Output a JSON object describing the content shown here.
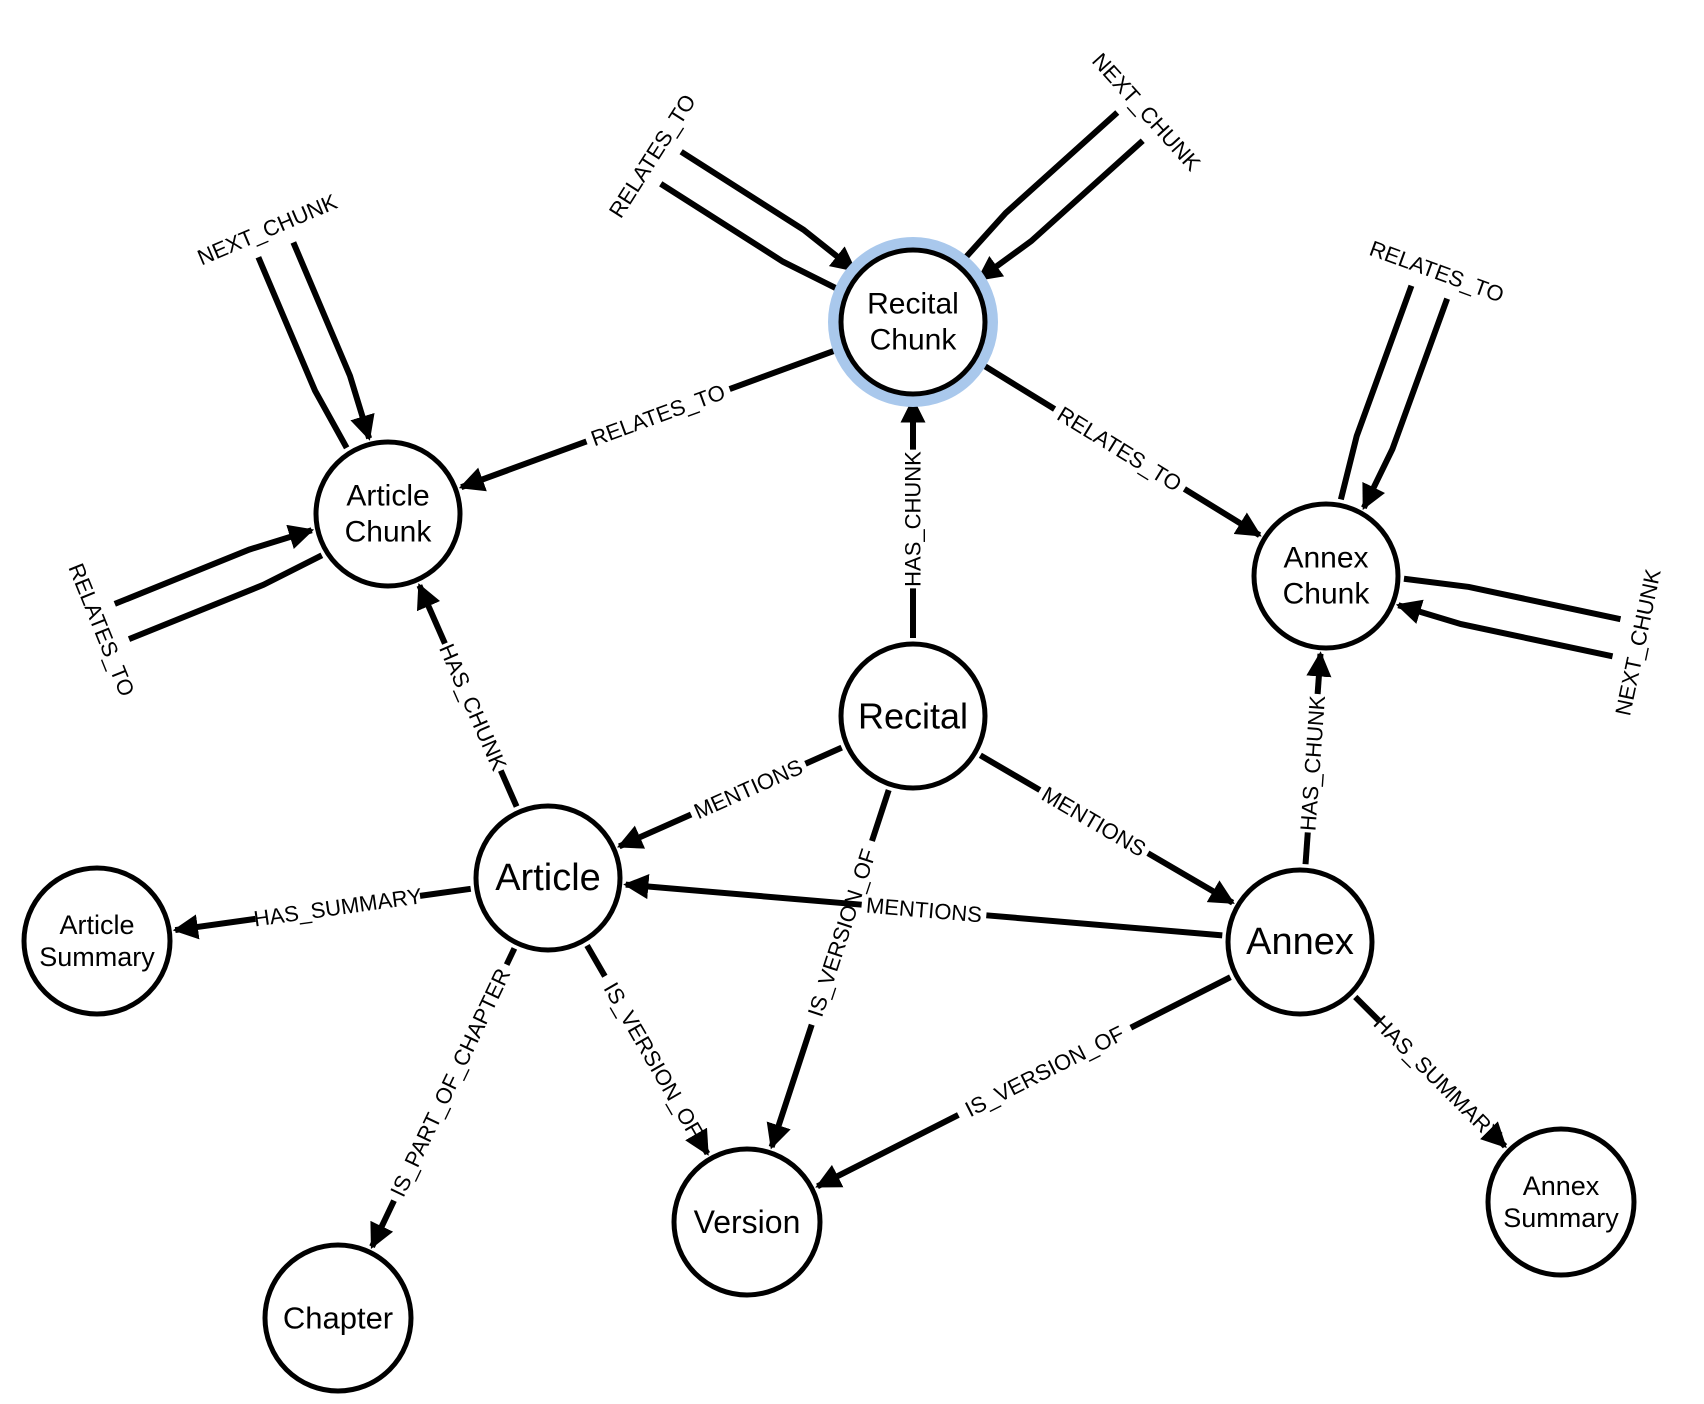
{
  "nodes": [
    {
      "id": "recital_chunk",
      "lines": [
        "Recital",
        "Chunk"
      ],
      "selected": true
    },
    {
      "id": "article_chunk",
      "lines": [
        "Article",
        "Chunk"
      ]
    },
    {
      "id": "annex_chunk",
      "lines": [
        "Annex",
        "Chunk"
      ]
    },
    {
      "id": "recital",
      "lines": [
        "Recital"
      ]
    },
    {
      "id": "article",
      "lines": [
        "Article"
      ]
    },
    {
      "id": "annex",
      "lines": [
        "Annex"
      ]
    },
    {
      "id": "article_summary",
      "lines": [
        "Article",
        "Summary"
      ]
    },
    {
      "id": "annex_summary",
      "lines": [
        "Annex",
        "Summary"
      ]
    },
    {
      "id": "version",
      "lines": [
        "Version"
      ]
    },
    {
      "id": "chapter",
      "lines": [
        "Chapter"
      ]
    }
  ],
  "edges": [
    {
      "from": "recital_chunk",
      "to": "article_chunk",
      "label": "RELATES_TO"
    },
    {
      "from": "recital_chunk",
      "to": "annex_chunk",
      "label": "RELATES_TO"
    },
    {
      "from": "recital",
      "to": "recital_chunk",
      "label": "HAS_CHUNK"
    },
    {
      "from": "article",
      "to": "article_chunk",
      "label": "HAS_CHUNK"
    },
    {
      "from": "annex",
      "to": "annex_chunk",
      "label": "HAS_CHUNK"
    },
    {
      "from": "recital",
      "to": "article",
      "label": "MENTIONS"
    },
    {
      "from": "recital",
      "to": "annex",
      "label": "MENTIONS"
    },
    {
      "from": "annex",
      "to": "article",
      "label": "MENTIONS"
    },
    {
      "from": "recital",
      "to": "version",
      "label": "IS_VERSION_OF"
    },
    {
      "from": "article",
      "to": "version",
      "label": "IS_VERSION_OF"
    },
    {
      "from": "annex",
      "to": "version",
      "label": "IS_VERSION_OF"
    },
    {
      "from": "article",
      "to": "article_summary",
      "label": "HAS_SUMMARY"
    },
    {
      "from": "annex",
      "to": "annex_summary",
      "label": "HAS_SUMMARY"
    },
    {
      "from": "article",
      "to": "chapter",
      "label": "IS_PART_OF_CHAPTER"
    }
  ],
  "self_loops": [
    {
      "node": "recital_chunk",
      "label": "RELATES_TO"
    },
    {
      "node": "recital_chunk",
      "label": "NEXT_CHUNK"
    },
    {
      "node": "article_chunk",
      "label": "NEXT_CHUNK"
    },
    {
      "node": "article_chunk",
      "label": "RELATES_TO"
    },
    {
      "node": "annex_chunk",
      "label": "RELATES_TO"
    },
    {
      "node": "annex_chunk",
      "label": "NEXT_CHUNK"
    }
  ]
}
